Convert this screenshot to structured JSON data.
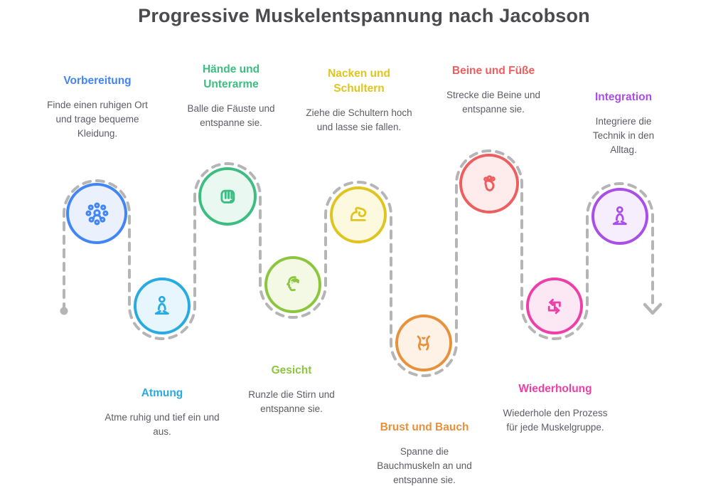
{
  "title": "Progressive Muskelentspannung nach Jacobson",
  "path": {
    "color": "#b5b5b5",
    "start_marker": "dot",
    "end_marker": "arrow-down"
  },
  "steps": [
    {
      "label": "Vorbereitung",
      "description": "Finde einen ruhigen Ort und trage bequeme Kleidung.",
      "color": "#4285f4",
      "fill": "#eaf1fd",
      "icon": "group-icon"
    },
    {
      "label": "Atmung",
      "description": "Atme ruhig und tief ein und aus.",
      "color": "#29abe2",
      "fill": "#e7f5fc",
      "icon": "meditation-icon"
    },
    {
      "label": "Hände und Unterarme",
      "description": "Balle die Fäuste und entspanne sie.",
      "color": "#3dbd82",
      "fill": "#e9f8f1",
      "icon": "fist-icon"
    },
    {
      "label": "Gesicht",
      "description": "Runzle die Stirn und entspanne sie.",
      "color": "#8cc63f",
      "fill": "#f4f9e5",
      "icon": "face-profile-icon"
    },
    {
      "label": "Nacken und Schultern",
      "description": "Ziehe die Schultern hoch und lasse sie fallen.",
      "color": "#e0c41f",
      "fill": "#fdf9df",
      "icon": "bicep-icon"
    },
    {
      "label": "Brust und Bauch",
      "description": "Spanne die Bauchmuskeln an und entspanne sie.",
      "color": "#e8913c",
      "fill": "#fdf2e5",
      "icon": "torso-icon"
    },
    {
      "label": "Beine und Füße",
      "description": "Strecke die Beine und entspanne sie.",
      "color": "#ed5e5e",
      "fill": "#fdeceb",
      "icon": "footprint-icon"
    },
    {
      "label": "Wiederholung",
      "description": "Wiederhole den Prozess für jede Muskelgruppe.",
      "color": "#ee3fa8",
      "fill": "#fce8f4",
      "icon": "repeat-one-icon"
    },
    {
      "label": "Integration",
      "description": "Integriere die Technik in den Alltag.",
      "color": "#a94ee8",
      "fill": "#f6eefd",
      "icon": "meditation-icon"
    }
  ]
}
